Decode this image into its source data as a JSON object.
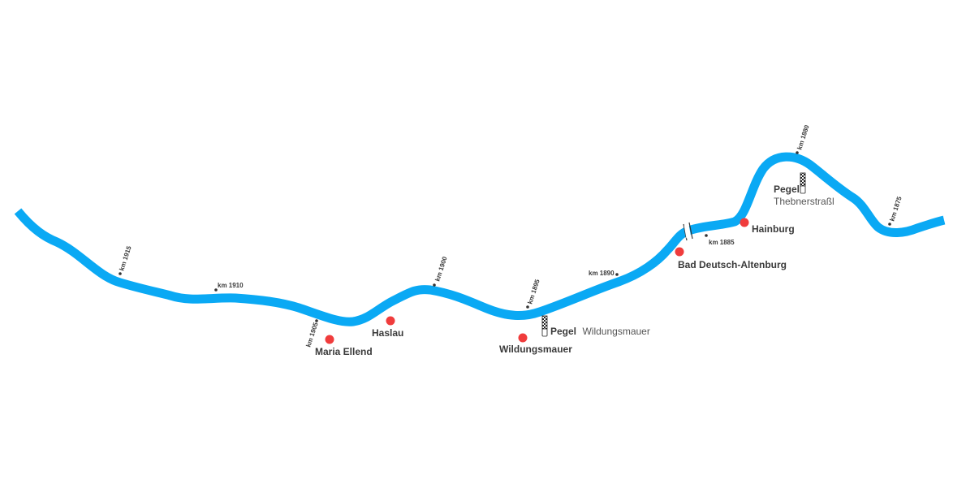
{
  "colors": {
    "river": "#0aa9f4",
    "town": "#f03c3c",
    "text": "#3a3a3a"
  },
  "river": {
    "name_icon": "river-line"
  },
  "towns": [
    {
      "id": "maria-ellend",
      "name": "Maria Ellend"
    },
    {
      "id": "haslau",
      "name": "Haslau"
    },
    {
      "id": "wildungsmauer",
      "name": "Wildungsmauer"
    },
    {
      "id": "bad-deutsch-altenburg",
      "name": "Bad Deutsch-Altenburg"
    },
    {
      "id": "hainburg",
      "name": "Hainburg"
    }
  ],
  "km_markers": [
    {
      "id": "km-1915",
      "label": "km 1915"
    },
    {
      "id": "km-1910",
      "label": "km 1910"
    },
    {
      "id": "km-1905",
      "label": "km 1905"
    },
    {
      "id": "km-1900",
      "label": "km 1900"
    },
    {
      "id": "km-1895",
      "label": "km 1895"
    },
    {
      "id": "km-1890",
      "label": "km 1890"
    },
    {
      "id": "km-1885",
      "label": "km 1885"
    },
    {
      "id": "km-1880",
      "label": "km 1880"
    },
    {
      "id": "km-1875",
      "label": "km 1875"
    }
  ],
  "gauges": [
    {
      "id": "wildungsmauer-gauge",
      "prefix": "Pegel",
      "name": "Wildungsmauer",
      "icon": "gauge-staff-icon"
    },
    {
      "id": "thebnerstrassl-gauge",
      "prefix": "Pegel",
      "name": "Thebnerstraßl",
      "icon": "gauge-staff-icon"
    }
  ],
  "bridge": {
    "icon": "bridge-icon"
  }
}
